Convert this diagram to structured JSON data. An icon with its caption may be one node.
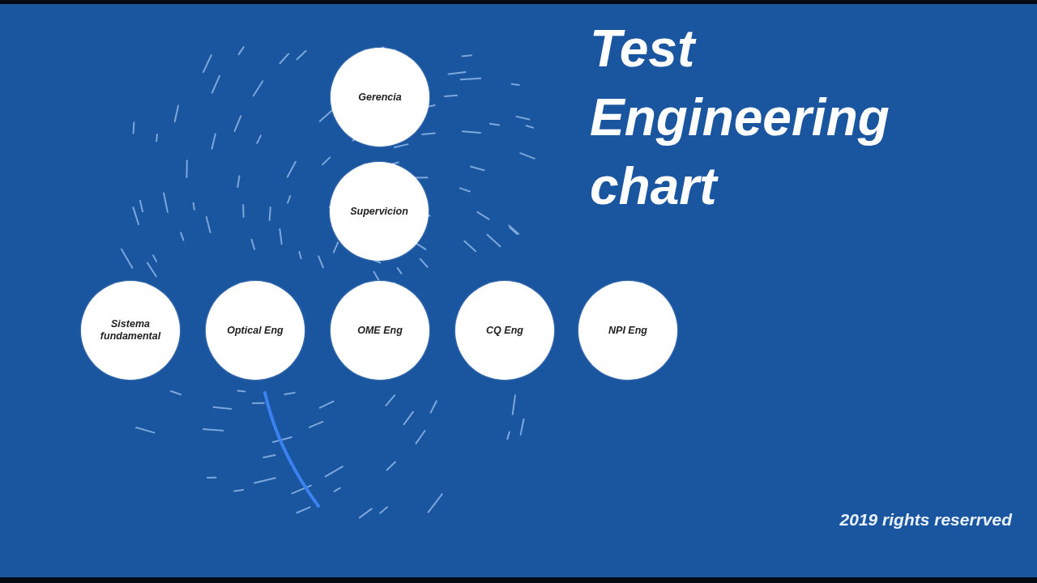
{
  "diagram": {
    "title": "Test Engineering chart",
    "nodes": [
      {
        "text": [
          "Gerencia"
        ]
      },
      {
        "text": [
          "Supervicion"
        ]
      },
      {
        "text": [
          "Sistema fundamental"
        ]
      },
      {
        "text": [
          "Optical Eng"
        ]
      },
      {
        "text": [
          "OME Eng"
        ]
      },
      {
        "text": [
          "CQ Eng"
        ]
      },
      {
        "text": [
          "NPI Eng"
        ]
      }
    ],
    "labels": [
      "2019 rights reserrved"
    ]
  }
}
